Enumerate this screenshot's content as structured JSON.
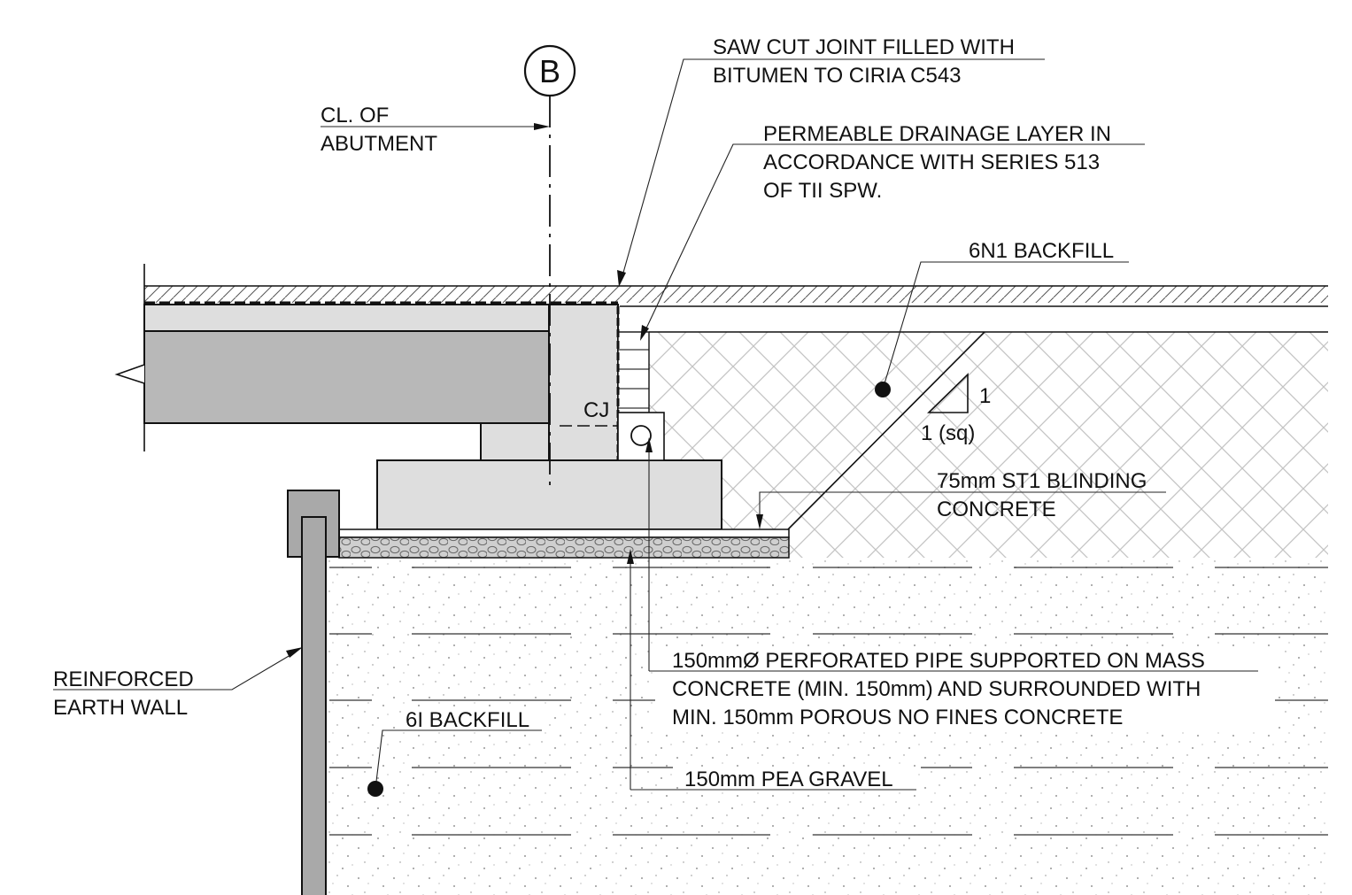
{
  "gridline": {
    "symbol": "B",
    "label_line1": "CL.  OF",
    "label_line2": "ABUTMENT"
  },
  "labels": {
    "saw_cut": [
      "SAW CUT JOINT FILLED WITH",
      "BITUMEN TO CIRIA C543"
    ],
    "drainage": [
      "PERMEABLE DRAINAGE LAYER IN",
      "ACCORDANCE WITH SERIES 513",
      "OF TII SPW."
    ],
    "backfill_6n1": "6N1 BACKFILL",
    "slope_vertical": "1",
    "slope_horizontal": "1 (sq)",
    "construction_joint": "CJ",
    "blinding": [
      "75mm ST1 BLINDING",
      "CONCRETE"
    ],
    "pipe": [
      "150mmØ PERFORATED PIPE SUPPORTED ON MASS",
      "CONCRETE (MIN. 150mm) AND SURROUNDED WITH",
      "MIN. 150mm POROUS NO FINES CONCRETE"
    ],
    "pea_gravel": "150mm PEA GRAVEL",
    "re_wall": [
      "REINFORCED",
      "EARTH WALL"
    ],
    "backfill_6i": "6I BACKFILL"
  },
  "colors": {
    "line": "#111111",
    "concrete_fill": "#dedede",
    "beam_fill": "#b8b8b8",
    "wall_fill": "#a9a9a9",
    "hatch": "#bdbdbd"
  }
}
